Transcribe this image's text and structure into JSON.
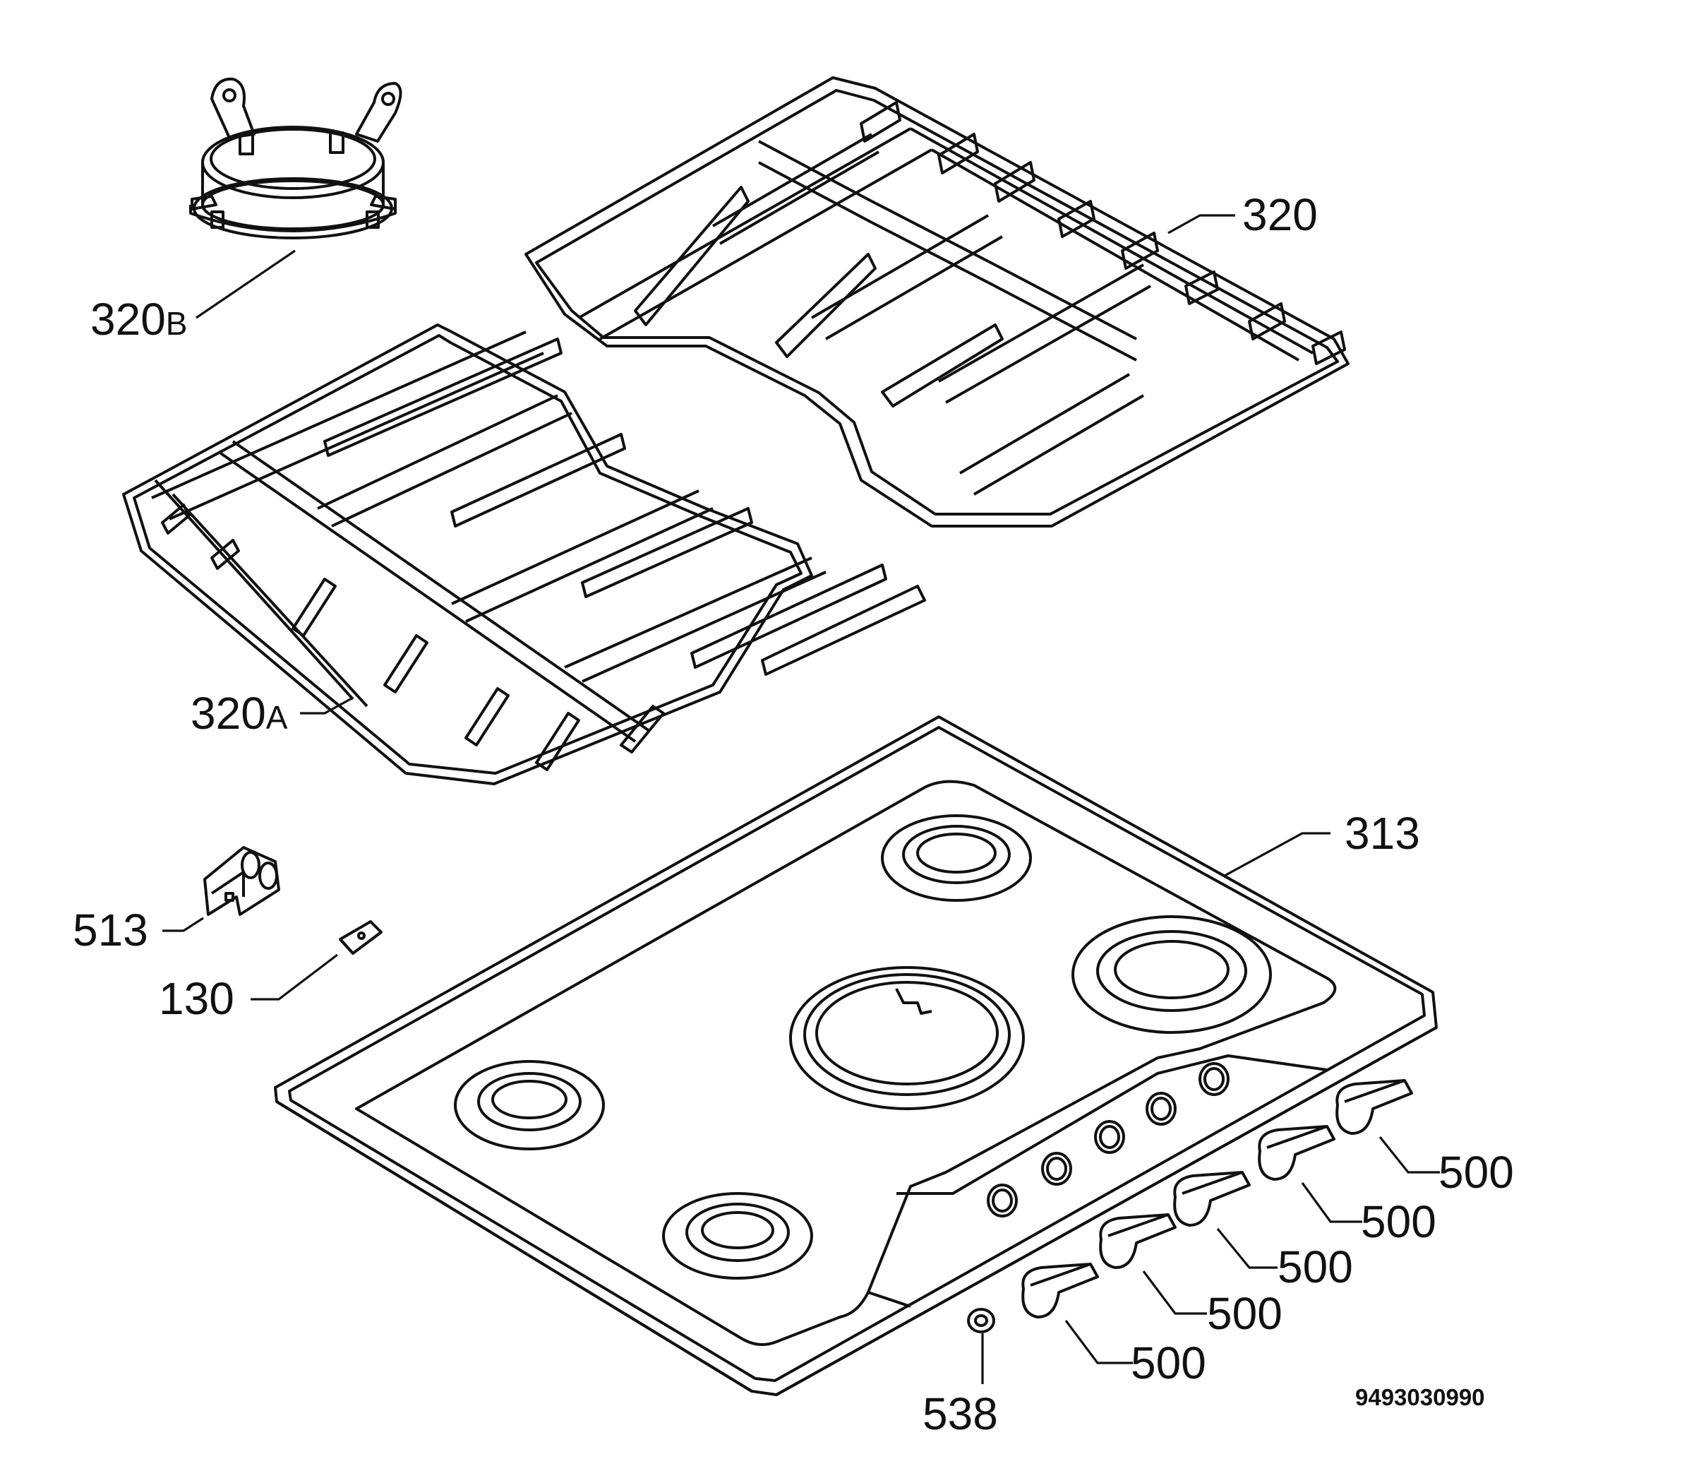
{
  "diagram": {
    "stroke_color": "#111111",
    "background": "#ffffff",
    "parts": [
      {
        "id": "ring",
        "number": "320",
        "suffix": "B"
      },
      {
        "id": "grid-right",
        "number": "320",
        "suffix": ""
      },
      {
        "id": "grid-left",
        "number": "320",
        "suffix": "A"
      },
      {
        "id": "hob-top",
        "number": "313",
        "suffix": ""
      },
      {
        "id": "clip",
        "number": "513",
        "suffix": ""
      },
      {
        "id": "plate",
        "number": "130",
        "suffix": ""
      },
      {
        "id": "nut",
        "number": "538",
        "suffix": ""
      },
      {
        "id": "knob-1",
        "number": "500",
        "suffix": ""
      },
      {
        "id": "knob-2",
        "number": "500",
        "suffix": ""
      },
      {
        "id": "knob-3",
        "number": "500",
        "suffix": ""
      },
      {
        "id": "knob-4",
        "number": "500",
        "suffix": ""
      },
      {
        "id": "knob-5",
        "number": "500",
        "suffix": ""
      }
    ],
    "document_number": "9493030990"
  }
}
